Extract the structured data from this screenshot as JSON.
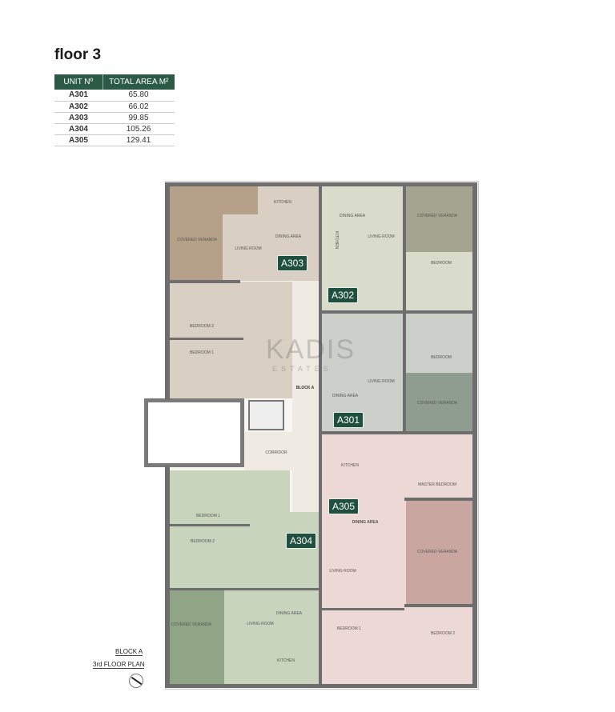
{
  "title": "floor 3",
  "table": {
    "headers": [
      "UNIT Nº",
      "TOTAL AREA M²"
    ],
    "rows": [
      [
        "A301",
        "65.80"
      ],
      [
        "A302",
        "66.02"
      ],
      [
        "A303",
        "99.85"
      ],
      [
        "A304",
        "105.26"
      ],
      [
        "A305",
        "129.41"
      ]
    ]
  },
  "units": [
    "A303",
    "A302",
    "A301",
    "A305",
    "A304"
  ],
  "rooms": [
    "KITCHEN",
    "DINING AREA",
    "LIVING ROOM",
    "COVERED VERANDA",
    "BEDROOM 2",
    "BEDROOM 1",
    "DINING AREA",
    "KITCHEN",
    "LIVING ROOM",
    "COVERED VERANDA",
    "BEDROOM",
    "BEDROOM",
    "LIVING ROOM",
    "DINING AREA",
    "COVERED VERANDA",
    "BLOCK A",
    "CORRIDOR",
    "KITCHEN",
    "MASTER BEDROOM",
    "DINING AREA",
    "COVERED VERANDA",
    "LIVING ROOM",
    "BEDROOM 1",
    "BEDROOM 2",
    "BEDROOM 1",
    "BEDROOM 2",
    "LIVING ROOM",
    "DINING AREA",
    "COVERED VERANDA",
    "KITCHEN"
  ],
  "watermark": {
    "name": "KADIS",
    "sub": "ESTATES"
  },
  "caption": {
    "line1": "BLOCK A",
    "line2": "3rd FLOOR PLAN"
  },
  "colors": {
    "A303": "#d9cfc2",
    "A302": "#d9dccb",
    "A301": "#ccd0cb",
    "A305": "#ecd9d6",
    "A304": "#c9d4bd",
    "tag": "#1f4f3e"
  }
}
